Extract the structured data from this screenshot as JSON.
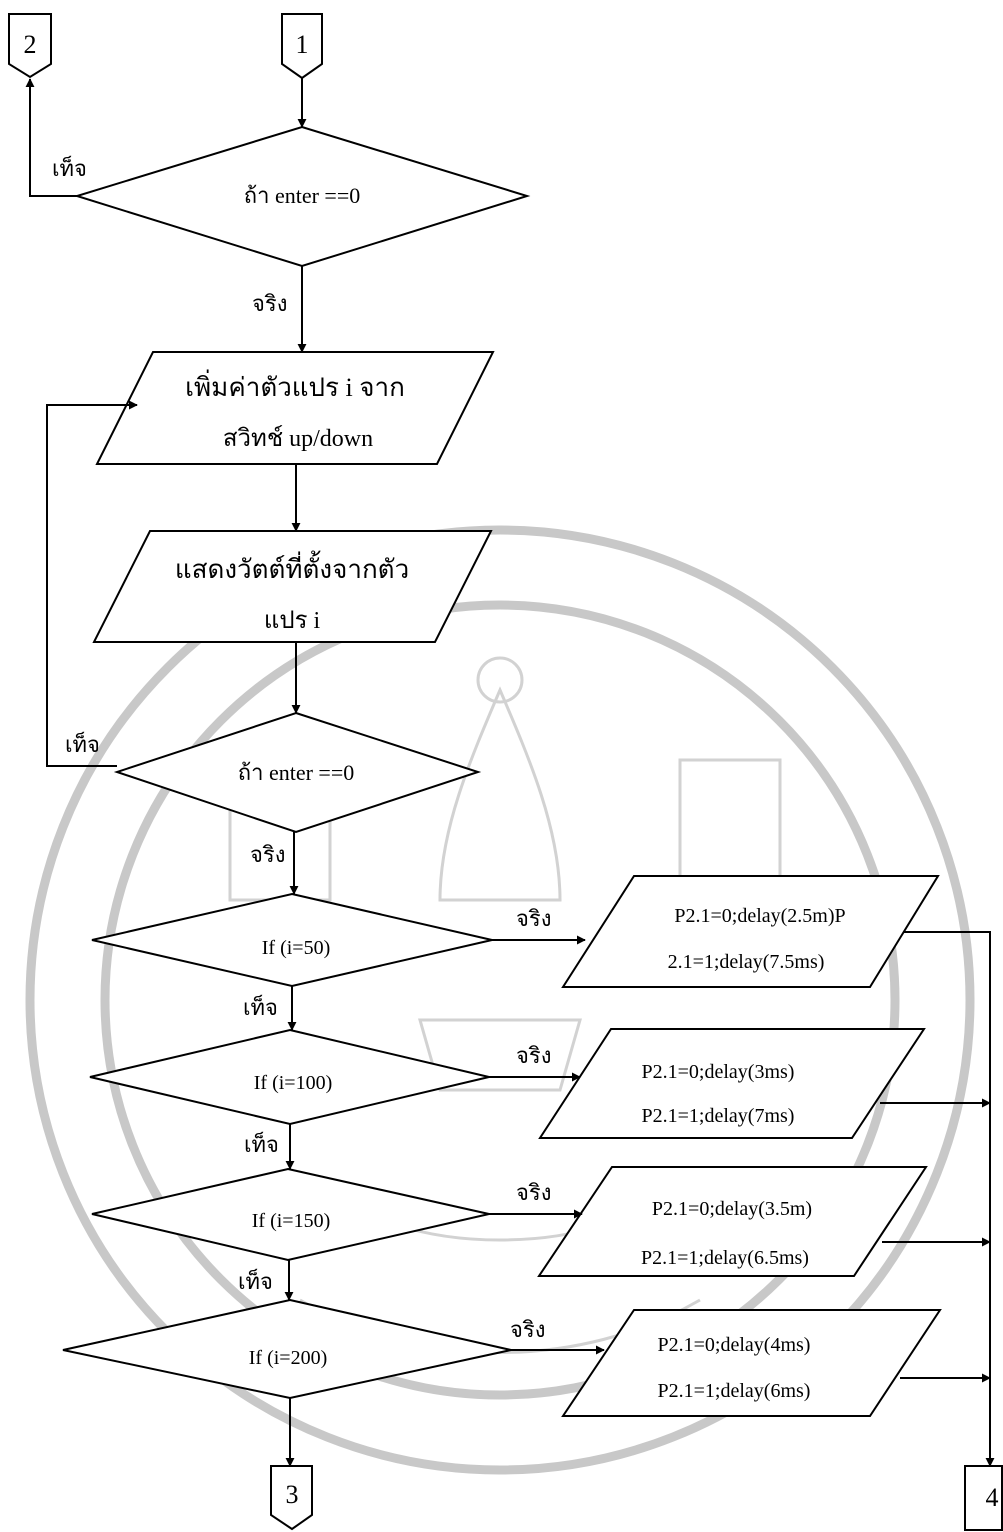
{
  "connectors": {
    "top_left": "2",
    "top_center": "1",
    "bottom_center": "3",
    "bottom_right": "4"
  },
  "decisions": {
    "d1": "ถ้า enter ==0",
    "d2": "ถ้า enter ==0",
    "c50": "If (i=50)",
    "c100": "If (i=100)",
    "c150": "If (i=150)",
    "c200": "If (i=200)"
  },
  "processes": {
    "increase_line1": "เพิ่มค่าตัวแปร i จาก",
    "increase_line2": "สวิทช์ up/down",
    "display_line1": "แสดงวัตต์ที่ตั้งจากตัว",
    "display_line2": "แปร i"
  },
  "outputs": {
    "o50_line1": "P2.1=0;delay(2.5m)P",
    "o50_line2": "2.1=1;delay(7.5ms)",
    "o100_line1": "P2.1=0;delay(3ms)",
    "o100_line2": "P2.1=1;delay(7ms)",
    "o150_line1": "P2.1=0;delay(3.5m)",
    "o150_line2": "P2.1=1;delay(6.5ms)",
    "o200_line1": "P2.1=0;delay(4ms)",
    "o200_line2": "P2.1=1;delay(6ms)"
  },
  "labels": {
    "true": "จริง",
    "false": "เท็จ"
  }
}
